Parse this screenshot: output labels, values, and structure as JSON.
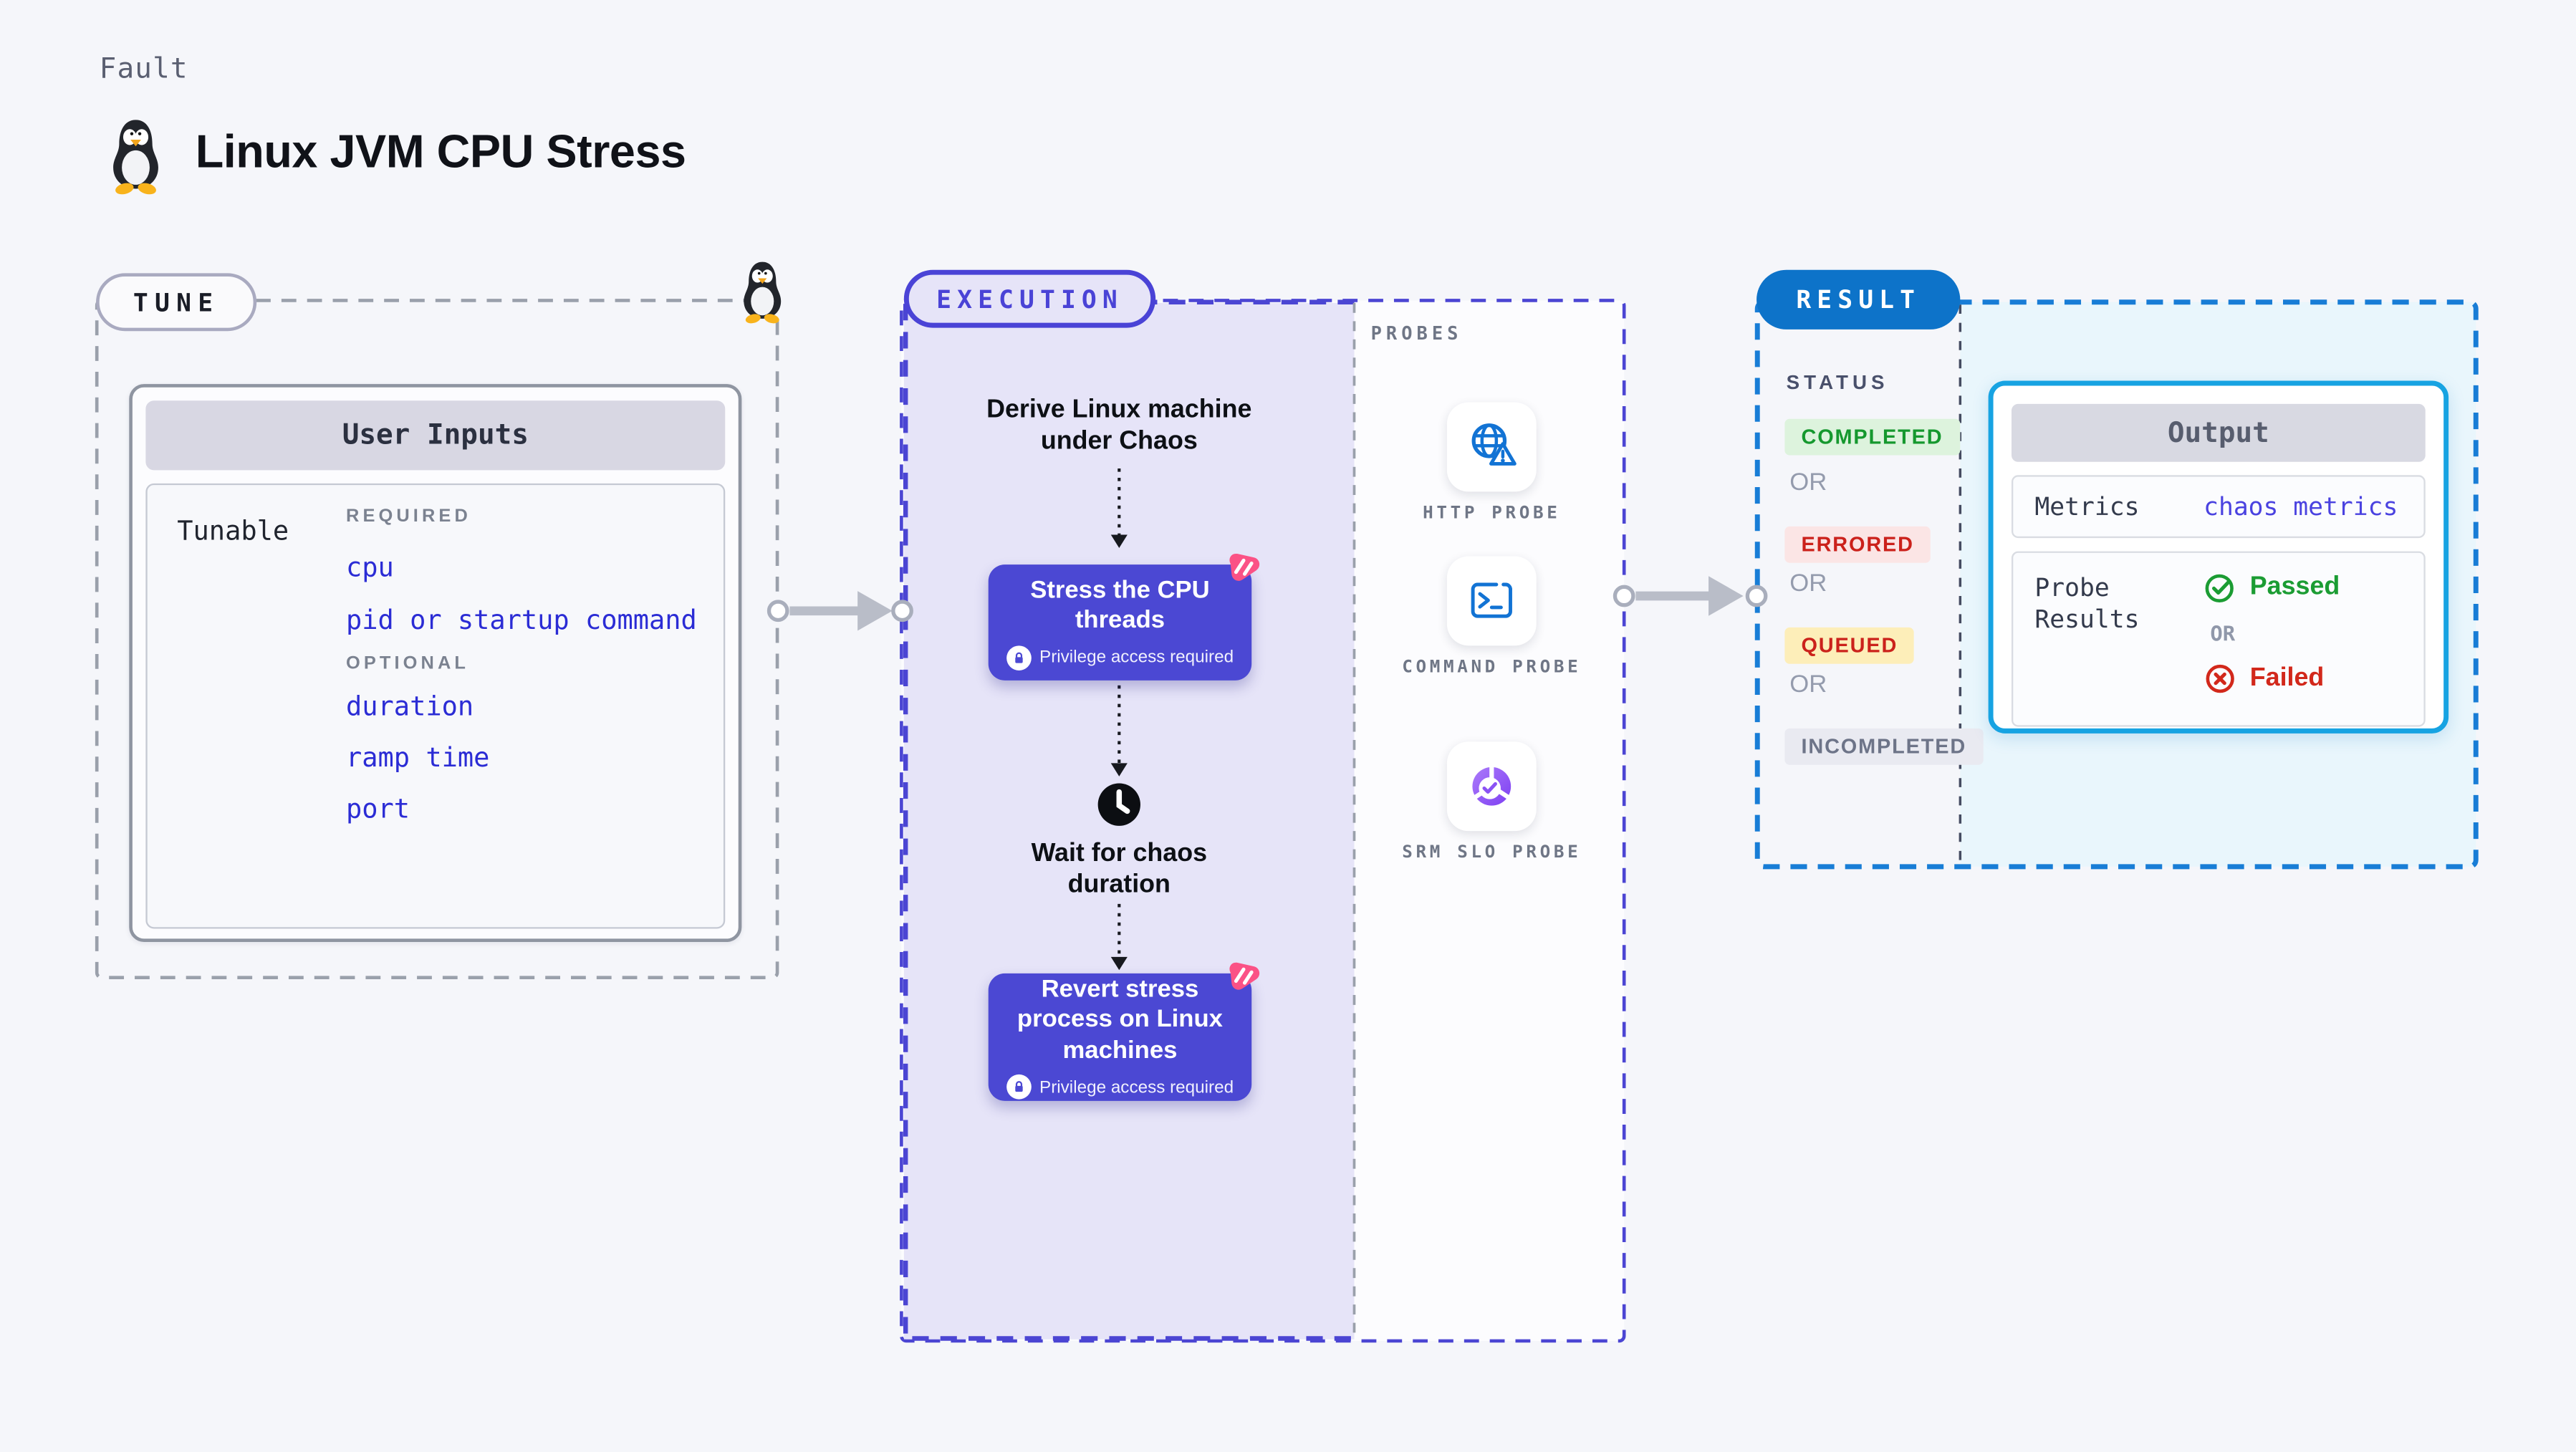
{
  "page": {
    "kicker": "Fault",
    "title": "Linux JVM CPU Stress",
    "platform_icon": "linux-tux-icon"
  },
  "colors": {
    "indigo_accent": "#4a43d6",
    "node_fill": "#4b48d3",
    "lavender_fill": "#e6e4f8",
    "blue_accent": "#0d73c9",
    "cyan_fill": "#e9f6fc",
    "output_border": "#17a3e2",
    "link_blue": "#2b2cd5",
    "passed_green": "#1b9c33",
    "failed_red": "#d2281b",
    "probe_icon_blue": "#1273d4",
    "slo_purple": "#8b52f4",
    "chaos_logo_pink": "#fb5286"
  },
  "tune": {
    "badge": "TUNE",
    "card_title": "User Inputs",
    "row_label": "Tunable",
    "required_label": "REQUIRED",
    "required_fields": [
      "cpu",
      "pid or startup command"
    ],
    "optional_label": "OPTIONAL",
    "optional_fields": [
      "duration",
      "ramp time",
      "port"
    ]
  },
  "execution": {
    "badge": "EXECUTION",
    "step1": "Derive Linux machine under Chaos",
    "node1": {
      "label": "Stress the CPU threads",
      "note": "Privilege access required",
      "icon": "chaos-logo-icon",
      "note_icon": "lock-icon"
    },
    "wait_step": "Wait for chaos duration",
    "wait_icon": "clock-icon",
    "node2": {
      "label": "Revert stress process on Linux machines",
      "note": "Privilege access required",
      "icon": "chaos-logo-icon",
      "note_icon": "lock-icon"
    },
    "probes": {
      "heading": "PROBES",
      "items": [
        {
          "label": "HTTP PROBE",
          "icon": "globe-warning-icon"
        },
        {
          "label": "COMMAND PROBE",
          "icon": "terminal-icon"
        },
        {
          "label": "SRM SLO PROBE",
          "icon": "slo-donut-check-icon"
        }
      ]
    }
  },
  "result": {
    "badge": "RESULT",
    "status_heading": "STATUS",
    "or_label": "OR",
    "statuses": [
      {
        "label": "COMPLETED",
        "tone": "green"
      },
      {
        "label": "ERRORED",
        "tone": "red"
      },
      {
        "label": "QUEUED",
        "tone": "yellow"
      },
      {
        "label": "INCOMPLETED",
        "tone": "gray"
      }
    ],
    "output": {
      "title": "Output",
      "metrics_label": "Metrics",
      "metrics_value": "chaos metrics",
      "probe_results_label": "Probe Results",
      "passed_label": "Passed",
      "failed_label": "Failed",
      "or_label": "OR",
      "passed_icon": "check-circle-icon",
      "failed_icon": "x-circle-icon"
    }
  }
}
